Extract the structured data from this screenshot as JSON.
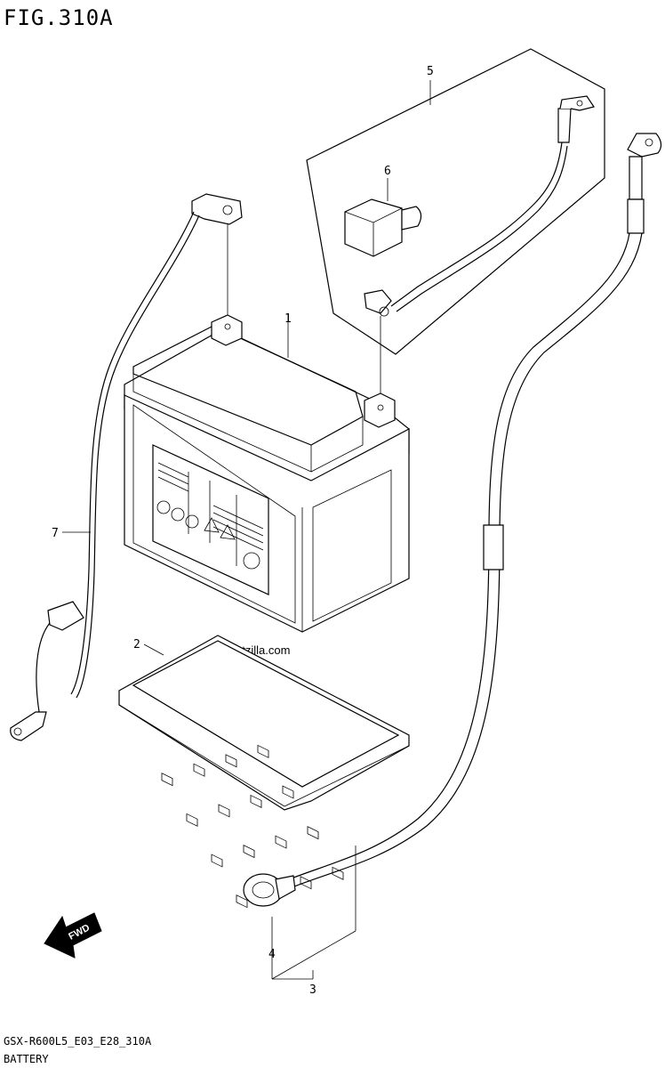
{
  "figure": {
    "title": "FIG.310A",
    "code": "GSX-R600L5_E03_E28_310A",
    "name": "BATTERY"
  },
  "watermark": "Partzilla.com",
  "direction_label": "FWD",
  "callouts": [
    {
      "id": "1",
      "label": "1"
    },
    {
      "id": "2",
      "label": "2"
    },
    {
      "id": "3",
      "label": "3"
    },
    {
      "id": "4",
      "label": "4"
    },
    {
      "id": "5",
      "label": "5"
    },
    {
      "id": "6",
      "label": "6"
    },
    {
      "id": "7",
      "label": "7"
    }
  ]
}
